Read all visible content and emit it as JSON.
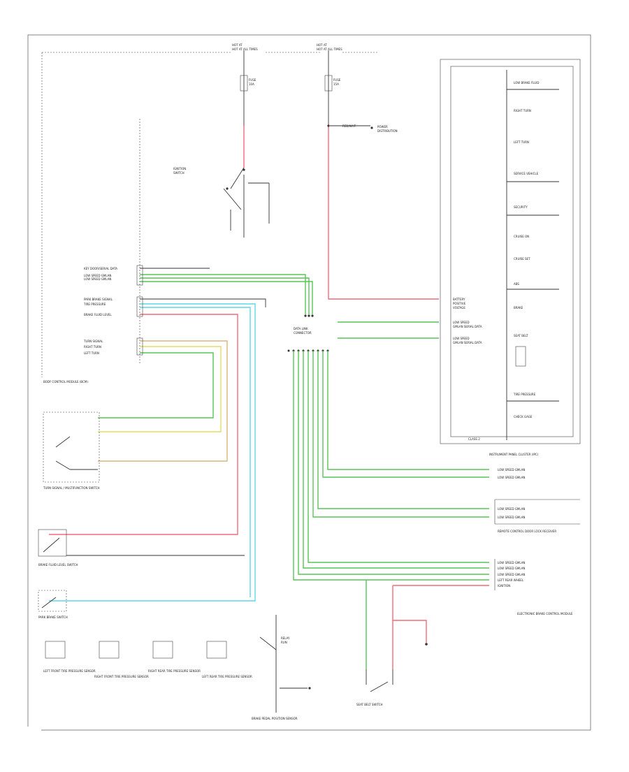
{
  "diagram": {
    "fuses": [
      {
        "label": "HOT AT ALL TIMES"
      },
      {
        "label": "HOT AT ALL TIMES"
      }
    ],
    "cluster_indicators": [
      "LOW BRAKE FLUID",
      "RIGHT TURN",
      "LEFT TURN",
      "SERVICE VEHICLE",
      "SECURITY",
      "CRUISE ON",
      "CRUISE SET",
      "ABS",
      "BRAKE",
      "SEAT BELT",
      "TIRE PRESSURE",
      "CHECK GAGE"
    ],
    "cluster_caption": "INSTRUMENT PANEL CLUSTER (IPC)",
    "module_labels": [
      "BODY CONTROL MODULE (BCM)",
      "REMOTE CONTROL DOOR LOCK RECEIVER",
      "ELECTRONIC BRAKE CONTROL MODULE"
    ],
    "switch_labels": [
      "TURN SIGNAL / MULTIFUNCTION SWITCH",
      "BRAKE FLUID LEVEL SWITCH",
      "PARK BRAKE SWITCH",
      "BRAKE PEDAL POSITION SENSOR",
      "SEAT BELT SWITCH"
    ],
    "sensor_labels": [
      "LEFT FRONT TIRE PRESSURE SENSOR",
      "RIGHT FRONT TIRE PRESSURE SENSOR",
      "RIGHT REAR TIRE PRESSURE SENSOR",
      "LEFT REAR TIRE PRESSURE SENSOR"
    ],
    "wire_colors": {
      "power": "#f26b7a",
      "data": "#57c557",
      "signal": "#5fd7e6",
      "turn": "#e0de62",
      "tan": "#d9b57a"
    }
  }
}
